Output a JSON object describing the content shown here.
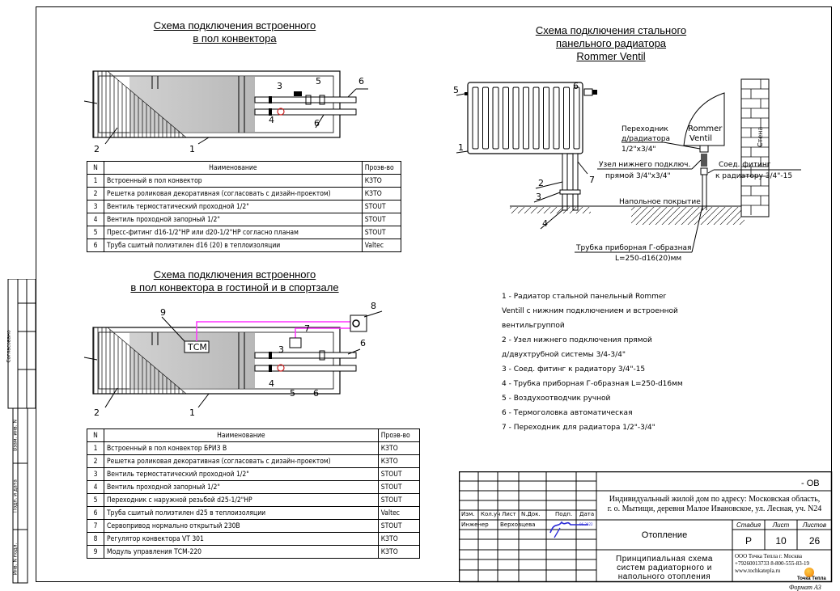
{
  "scheme1": {
    "title_line1": "Схема подключения встроенного",
    "title_line2": "в пол конвектора",
    "callouts": [
      "1",
      "2",
      "3",
      "4",
      "5",
      "6",
      "6"
    ],
    "table": {
      "headers": [
        "N",
        "Наименование",
        "Проэв-во"
      ],
      "rows": [
        {
          "n": "1",
          "name": "Встроенный в пол конвектор",
          "maker": "КЗТО"
        },
        {
          "n": "2",
          "name": "Решетка роликовая декоративная (согласовать с дизайн-проектом)",
          "maker": "КЗТО"
        },
        {
          "n": "3",
          "name": "Вентиль термостатический проходной 1/2\"",
          "maker": "STOUT"
        },
        {
          "n": "4",
          "name": "Вентиль проходной запорный 1/2\"",
          "maker": "STOUT"
        },
        {
          "n": "5",
          "name": "Пресс-фитинг d16-1/2\"НР или  d20-1/2\"НР согласно планам",
          "maker": "STOUT"
        },
        {
          "n": "6",
          "name": "Труба сшитый полиэтилен d16 (20) в теплоизоляции",
          "maker": "Valtec"
        }
      ]
    }
  },
  "scheme2": {
    "title_line1": "Схема подключения встроенного",
    "title_line2": "в пол конвектора в гостиной и в спортзале",
    "tcm_label": "ТСМ",
    "callouts": [
      "1",
      "2",
      "3",
      "4",
      "5",
      "6",
      "6",
      "7",
      "8",
      "9"
    ],
    "table": {
      "headers": [
        "N",
        "Наименование",
        "Проэв-во"
      ],
      "rows": [
        {
          "n": "1",
          "name": "Встроенный в пол конвектор БРИЗ В",
          "maker": "КЗТО"
        },
        {
          "n": "2",
          "name": "Решетка роликовая декоративная (согласовать с дизайн-проектом)",
          "maker": "КЗТО"
        },
        {
          "n": "3",
          "name": "Вентиль термостатический проходной 1/2\"",
          "maker": "STOUT"
        },
        {
          "n": "4",
          "name": "Вентиль проходной запорный 1/2\"",
          "maker": "STOUT"
        },
        {
          "n": "5",
          "name": "Переходник с наружной резьбой d25-1/2\"НР",
          "maker": "STOUT"
        },
        {
          "n": "6",
          "name": "Труба сшитый полиэтилен d25 в теплоизоляции",
          "maker": "Valtec"
        },
        {
          "n": "7",
          "name": "Сервопривод нормально открытый 230В",
          "maker": "STOUT"
        },
        {
          "n": "8",
          "name": "Регулятор конвектора VT 301",
          "maker": "КЗТО"
        },
        {
          "n": "9",
          "name": "Модуль управления ТСМ-220",
          "maker": "КЗТО"
        }
      ]
    }
  },
  "scheme3": {
    "title_line1": "Схема подключения стального",
    "title_line2": "панельного радиатора",
    "title_line3": "Rommer Ventil",
    "rommer_label_1": "Rommer",
    "rommer_label_2": "Ventil",
    "wall_label": "Стена",
    "adapter_label_1": "Переходник",
    "adapter_label_2": "д/радиатора",
    "adapter_label_3": "1/2\"х3/4\"",
    "node_label_1": "Узел нижнего подключ.",
    "node_label_2": "прямой 3/4\"х3/4\"",
    "fitting_label_1": "Соед. фитинг",
    "fitting_label_2": "к радиатору 3/4\"-15",
    "floor_label": "Напольное покрытие",
    "tube_label_1": "Трубка приборная Г-образная",
    "tube_label_2": "L=250-d16(20)мм",
    "callouts": [
      "1",
      "2",
      "3",
      "4",
      "5",
      "6",
      "7"
    ],
    "legend": [
      "1 - Радиатор стальной панельный Rommer",
      "Ventill с нижним подключением и встроенной",
      "вентильгруппой",
      "2 - Узел нижнего подключения прямой",
      "д/двухтрубной системы 3/4-3/4\"",
      "3 - Соед. фитинг к радиатору 3/4\"-15",
      "4 - Трубка приборная Г-образная L=250-d16мм",
      "5 - Воздухоотводчик ручной",
      "6 - Термоголовка автоматическая",
      "7 - Переходник для радиатора 1/2\"-3/4\""
    ]
  },
  "stamp": {
    "code": "- ОВ",
    "address_line1": "Индивидуальный жилой дом по адресу: Московская область,",
    "address_line2": "г. о. Мытищи, деревня Малое Ивановское, ул. Лесная, уч. N24",
    "col_headers": [
      "Изм.",
      "Кол.уч",
      "Лист",
      "N.Док.",
      "Подп.",
      "Дата"
    ],
    "role": "Инженер",
    "person": "Верховцева",
    "date": "06.2022",
    "section": "Отопление",
    "stage_label": "Стадия",
    "sheet_label": "Лист",
    "sheets_label": "Листов",
    "stage": "Р",
    "sheet": "10",
    "sheets": "26",
    "drawing_title_1": "Принципиальная схема",
    "drawing_title_2": "систем радиаторного и",
    "drawing_title_3": "напольного отопления",
    "company_1": "ООО Точка Тепла г. Москва",
    "company_2": "+79260013733  8-800-555-83-19",
    "company_3": "www.tochkatepla.ru",
    "logo_text": "Точка Тепла",
    "format": "Формат А3"
  },
  "side_stamp": {
    "agreed": "Согласовано",
    "inv_no": "Взам. инв. N",
    "sign_date": "Подп. и дата",
    "inv_orig": "Инв. N подл."
  },
  "colors": {
    "signal_wire": "#ff33ff",
    "signature": "#2a2ad6",
    "valve_red": "#cc2222"
  }
}
